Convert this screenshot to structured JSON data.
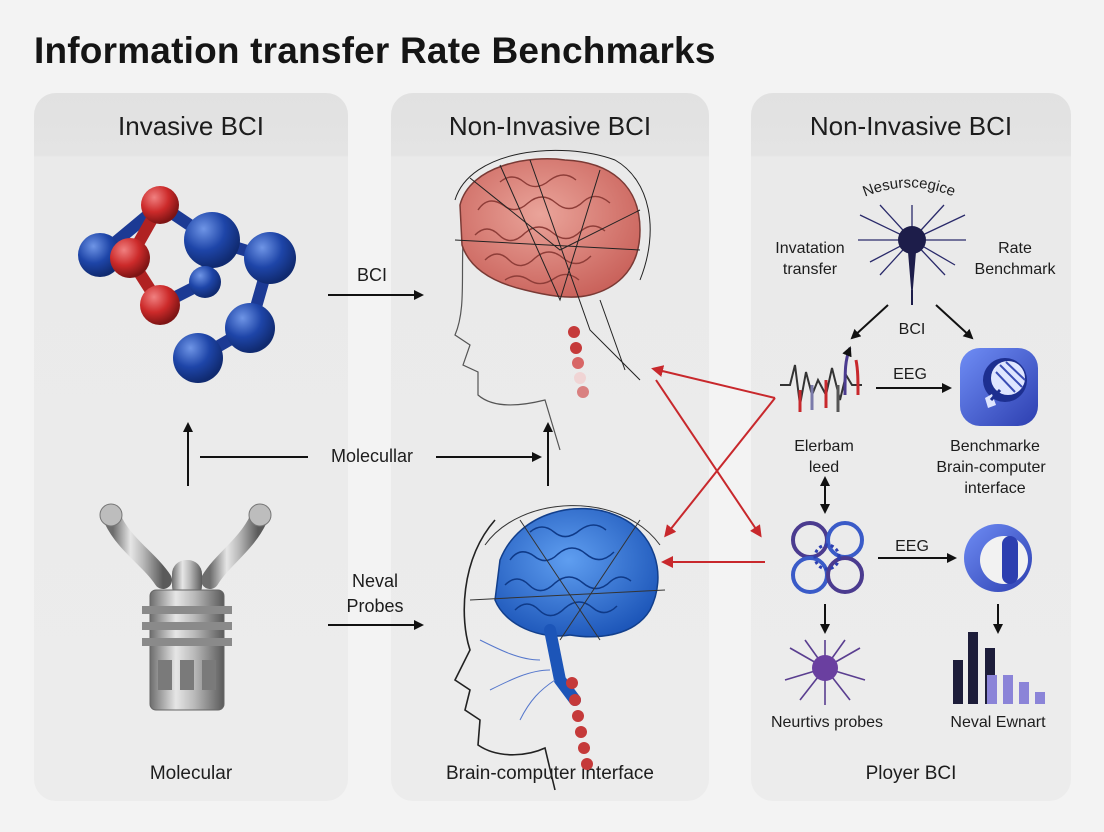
{
  "title": "Information transfer Rate Benchmarks",
  "panels": {
    "invasive": {
      "heading": "Invasive BCI",
      "footer": "Molecular"
    },
    "noninvasive": {
      "heading": "Non-Invasive BCI",
      "footer": "Brain-computer interface"
    },
    "noninvasive2": {
      "heading": "Non-Invasive BCI",
      "footer": "Ployer BCI"
    }
  },
  "labels": {
    "bci_arrow": "BCI",
    "molecullar": "Molecullar",
    "neval_probes_1": "Neval",
    "neval_probes_2": "Probes",
    "arc_text": "Nesurscegice",
    "invatation_1": "Invatation",
    "invatation_2": "transfer",
    "rate_1": "Rate",
    "rate_2": "Benchmark",
    "bci_small": "BCI",
    "eeg_top": "EEG",
    "eeg_bottom": "EEG",
    "elerbam_1": "Elerbam",
    "elerbam_2": "leed",
    "benchmarke_1": "Benchmarke",
    "benchmarke_2": "Brain-computer",
    "benchmarke_3": "interface",
    "neurtivs": "Neurtivs probes",
    "neval_ewnart": "Neval Ewnart"
  },
  "colors": {
    "red_molecule": "#cc2a2a",
    "blue_molecule": "#1e45a8",
    "pink_brain": "#d9756e",
    "blue_brain": "#2d6fd0",
    "cross_arrow": "#c8282c",
    "purple_icon": "#4b3b8f"
  }
}
